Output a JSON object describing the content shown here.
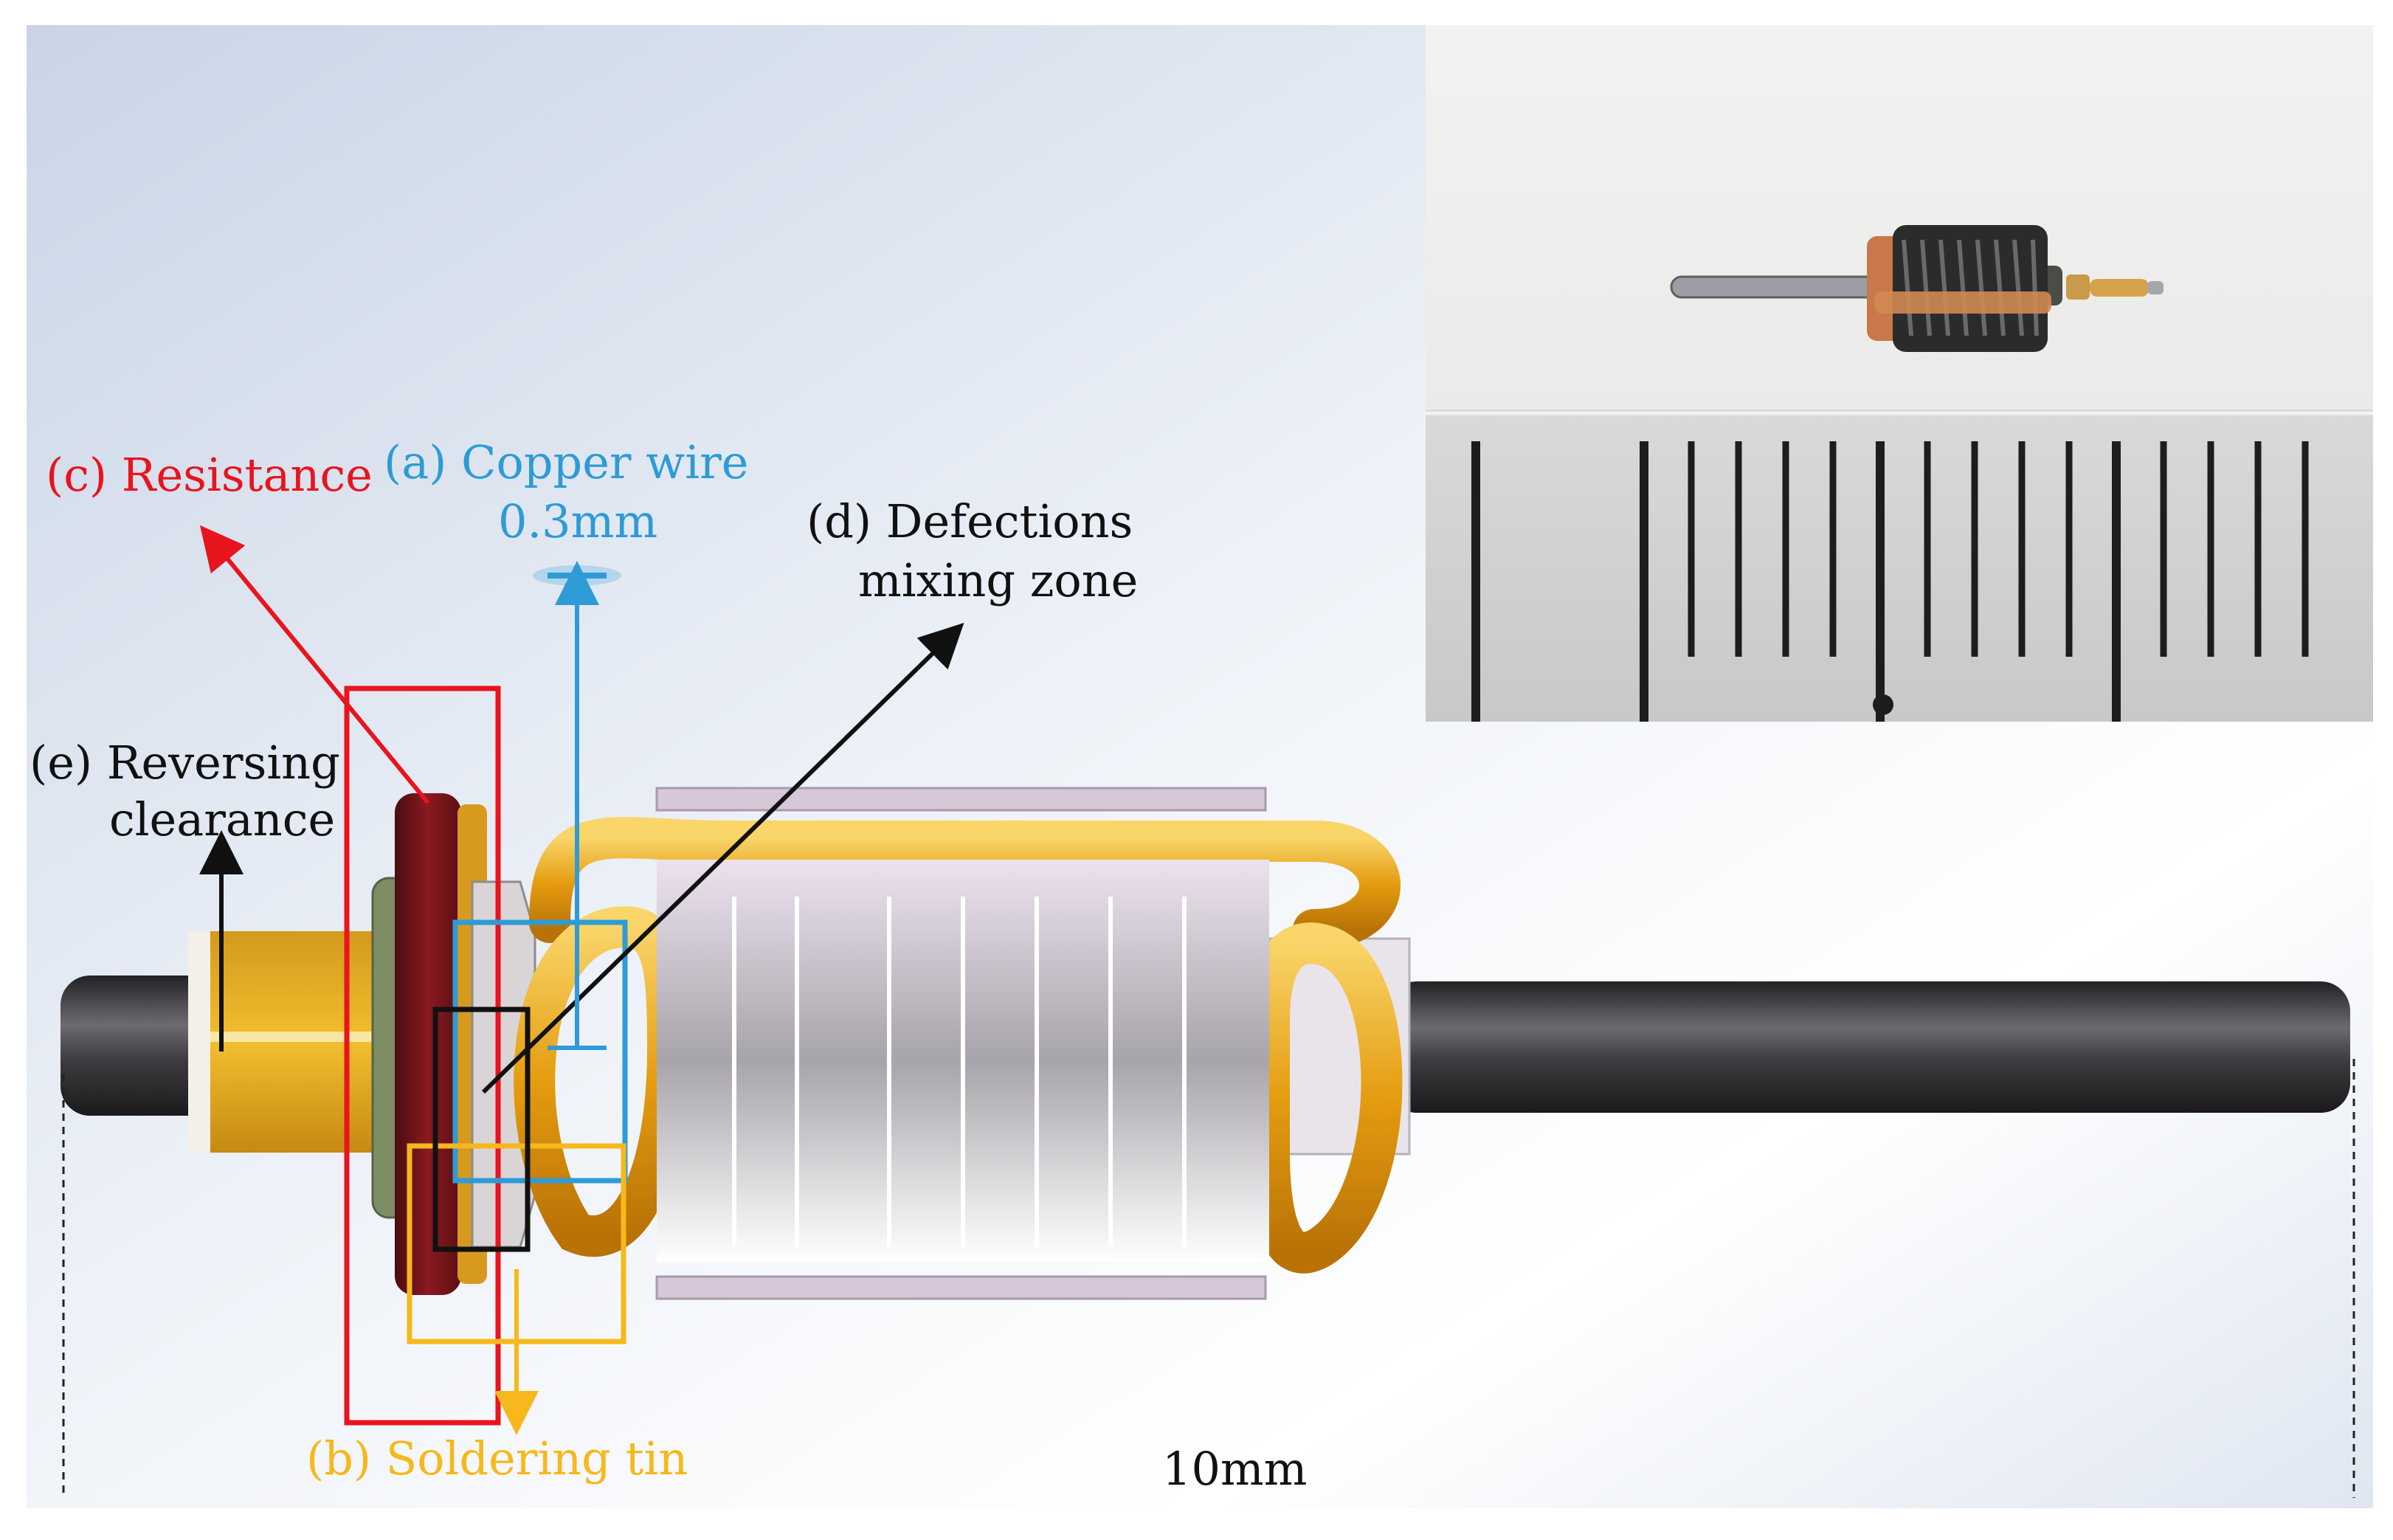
{
  "labels": {
    "resistance": "(c) Resistance",
    "copper_line1": "(a) Copper wire",
    "copper_line2": "0.3mm",
    "defections_line1": "(d) Defections",
    "defections_line2": "mixing zone",
    "reversing_line1": "(e) Reversing",
    "reversing_line2": "clearance",
    "soldering": "(b) Soldering tin",
    "dimension": "10mm"
  },
  "colors": {
    "resistance": "#e8141e",
    "copper": "#2e9bd6",
    "soldering": "#f6b81c",
    "black": "#111111",
    "shaft": "#3b393c",
    "coil": "#f0a51a",
    "commutator": "#6b1117"
  },
  "photo": {
    "tick_count": 15,
    "description_icon": "armature-photo-inset"
  }
}
